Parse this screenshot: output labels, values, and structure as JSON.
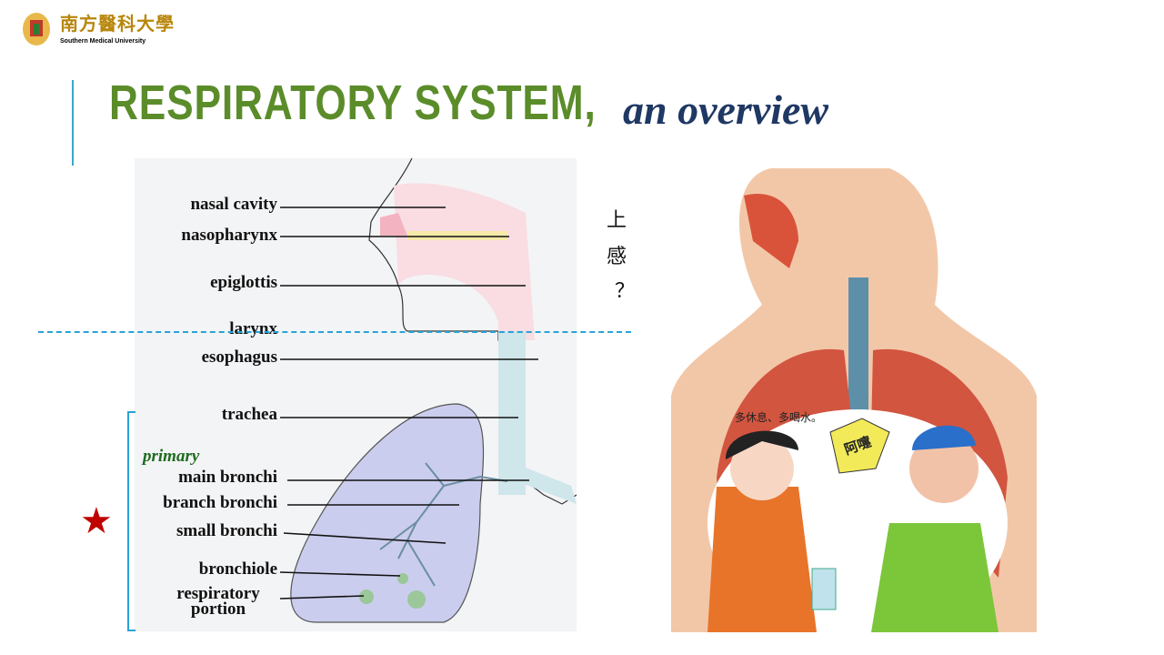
{
  "logo": {
    "name_cn": "南方醫科大學",
    "name_en": "Southern Medical University"
  },
  "title": {
    "main": "RESPIRATORY SYSTEM,",
    "sub": " an overview"
  },
  "diagram": {
    "labels": [
      "nasal cavity",
      "nasopharynx",
      "epiglottis",
      "larynx",
      "esophagus",
      "trachea",
      "main bronchi",
      "branch bronchi",
      "small bronchi",
      "bronchiole",
      "respiratory portion"
    ],
    "primary_note": "primary"
  },
  "annotation": {
    "chars": [
      "上",
      "感",
      "？"
    ]
  },
  "illustration": {
    "speech": "多休息、多喝水。",
    "sneeze": "阿嚏"
  },
  "colors": {
    "title_green": "#5b8c2a",
    "title_navy": "#1f3864",
    "accent": "#2aa3d6",
    "star": "#c00000"
  }
}
